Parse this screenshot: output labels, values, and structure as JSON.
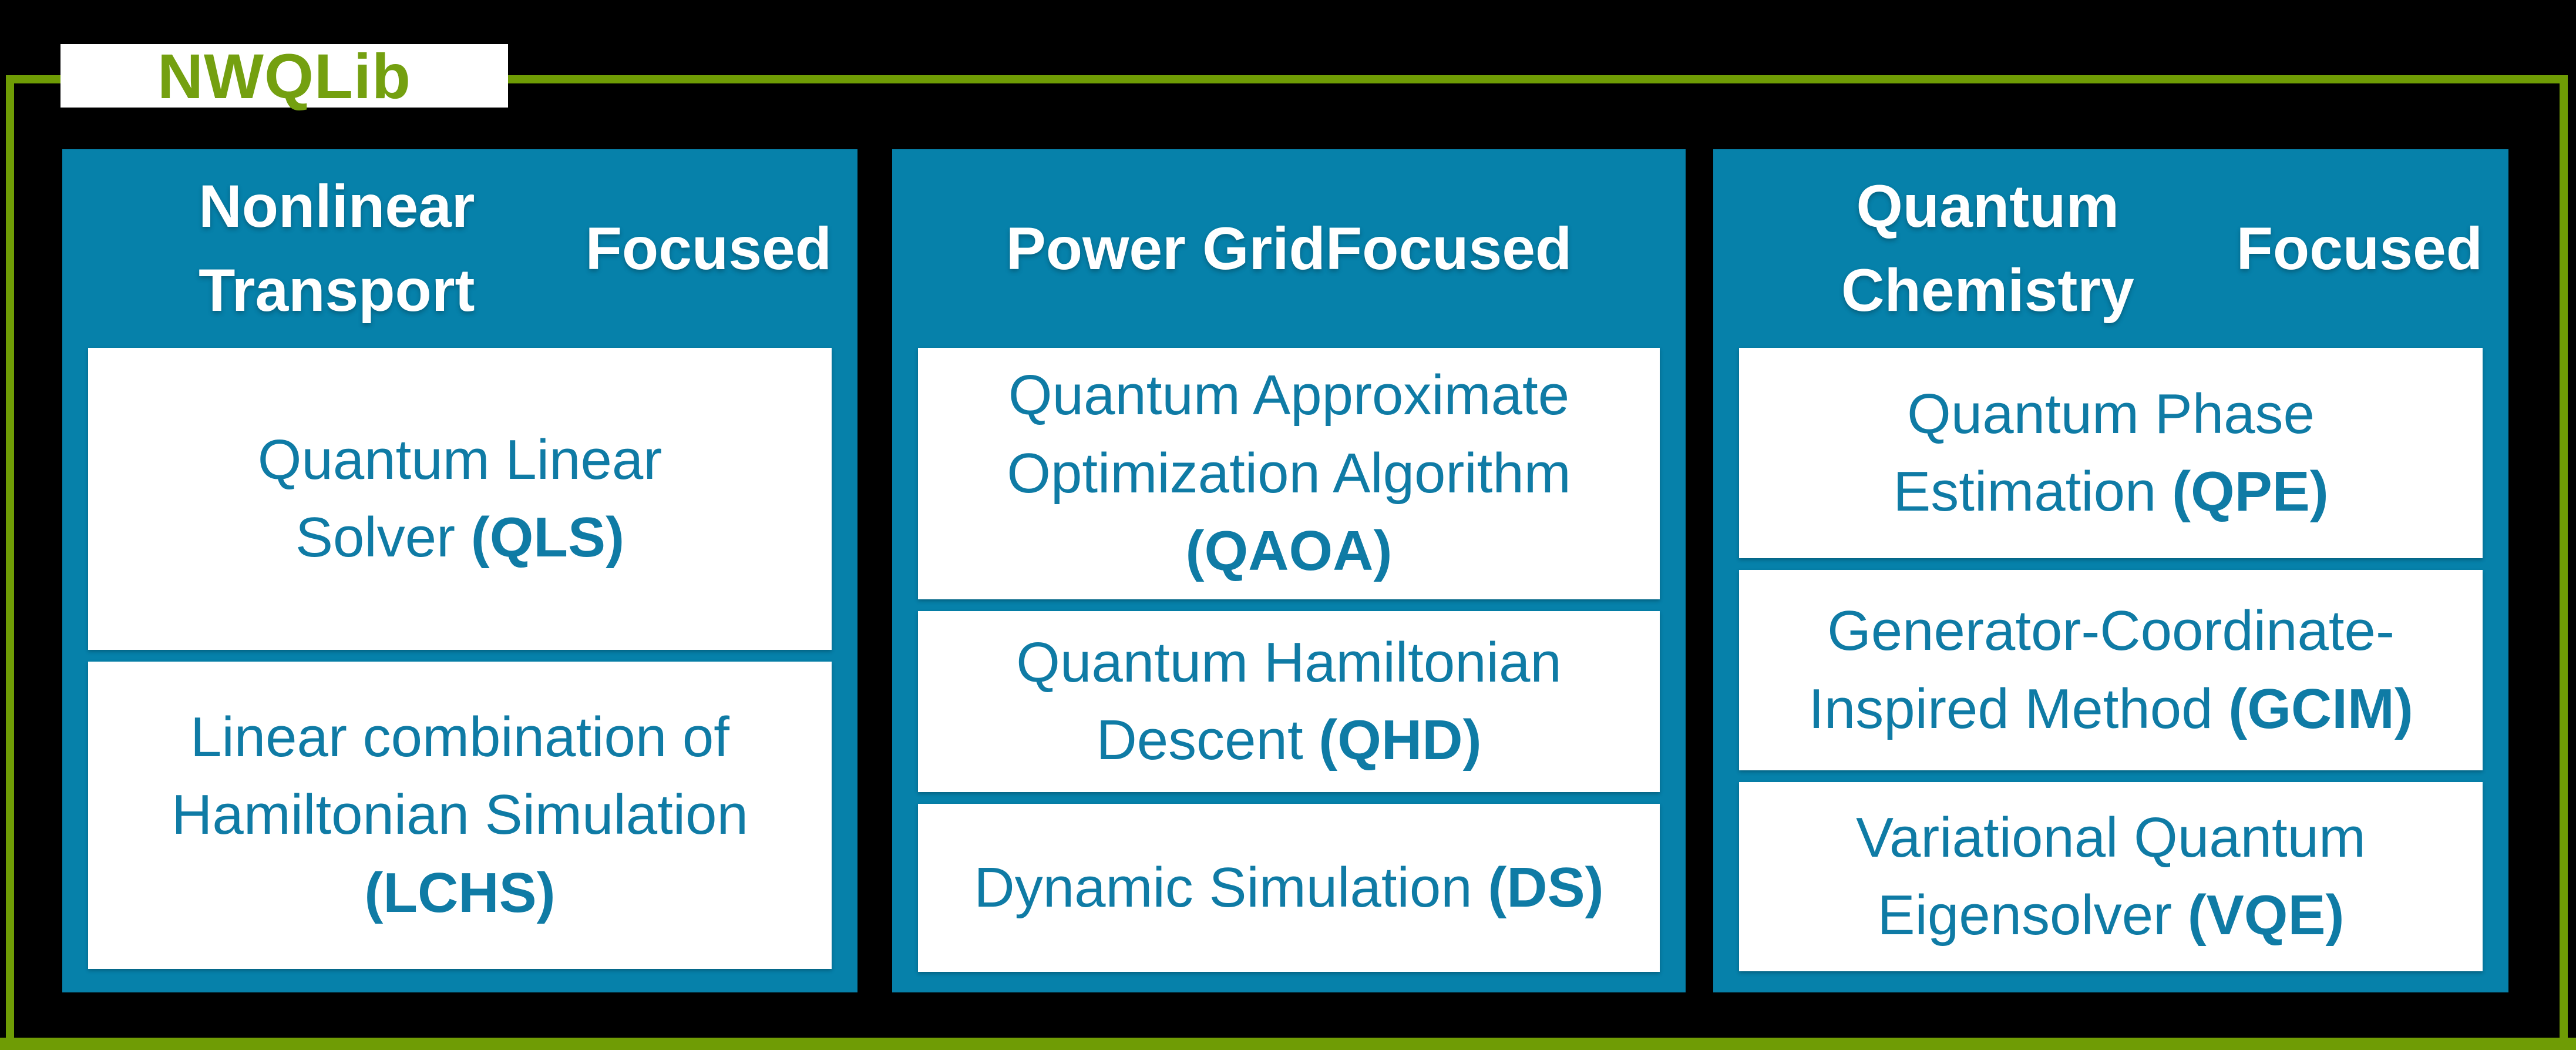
{
  "title": "NWQLib",
  "colors": {
    "frame_green": "#6f9c05",
    "title_green": "#74a010",
    "panel_blue": "#0681aa",
    "text_blue": "#0f7ba5",
    "header_text": "#ffffff",
    "background": "#000000"
  },
  "columns": [
    {
      "header_line1": "Nonlinear Transport",
      "header_line2": "Focused",
      "boxes": [
        {
          "lines": [
            {
              "plain": "Quantum Linear"
            },
            {
              "plain": "Solver ",
              "bold": "(QLS)"
            }
          ]
        },
        {
          "lines": [
            {
              "plain": "Linear combination of"
            },
            {
              "plain": "Hamiltonian Simulation"
            },
            {
              "bold": "(LCHS)"
            }
          ]
        }
      ]
    },
    {
      "header_line1": "Power Grid",
      "header_line2": "Focused",
      "boxes": [
        {
          "lines": [
            {
              "plain": "Quantum Approximate"
            },
            {
              "plain": "Optimization Algorithm"
            },
            {
              "bold": "(QAOA)"
            }
          ]
        },
        {
          "lines": [
            {
              "plain": "Quantum Hamiltonian"
            },
            {
              "plain": "Descent ",
              "bold": "(QHD)"
            }
          ]
        },
        {
          "lines": [
            {
              "plain": "Dynamic Simulation ",
              "bold": "(DS)"
            }
          ]
        }
      ]
    },
    {
      "header_line1": "Quantum Chemistry",
      "header_line2": "Focused",
      "boxes": [
        {
          "lines": [
            {
              "plain": "Quantum Phase"
            },
            {
              "plain": "Estimation ",
              "bold": "(QPE)"
            }
          ]
        },
        {
          "lines": [
            {
              "plain": "Generator-Coordinate-"
            },
            {
              "plain": "Inspired Method ",
              "bold": "(GCIM)"
            }
          ]
        },
        {
          "lines": [
            {
              "plain": "Variational Quantum"
            },
            {
              "plain": "Eigensolver ",
              "bold": "(VQE)"
            }
          ]
        }
      ]
    }
  ]
}
